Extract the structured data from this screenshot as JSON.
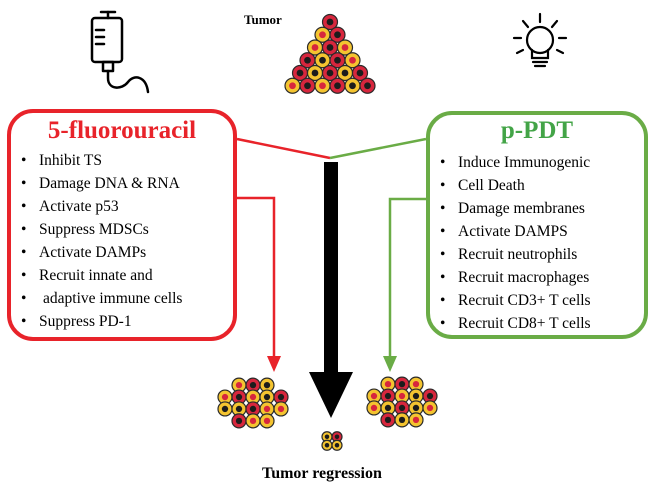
{
  "tumor_label": "Tumor",
  "regression_label": "Tumor  regression",
  "left_panel": {
    "title": "5-fluorouracil",
    "items": [
      "Inhibit TS",
      "Damage DNA & RNA",
      "Activate p53",
      "Suppress MDSCs",
      "Activate DAMPs",
      "Recruit innate and",
      "adaptive immune cells",
      "Suppress PD-1"
    ]
  },
  "right_panel": {
    "title": "p-PDT",
    "items": [
      "Induce Immunogenic",
      "Cell Death",
      "Damage membranes",
      "Activate DAMPS",
      "Recruit neutrophils",
      "Recruit macrophages",
      "Recruit CD3+ T cells",
      "Recruit CD8+ T cells"
    ]
  },
  "icons": {
    "iv_bag": "iv-bag-icon",
    "light_bulb": "light-bulb-icon",
    "tumor_cell": "tumor-cell-icon"
  },
  "colors": {
    "fluorouracil": "#e8232a",
    "pdt": "#6aac46",
    "pdt_title": "#43a447",
    "cell_red": "#d7263d",
    "cell_yellow": "#f4c430",
    "nucleus": "#1c1c1c",
    "main_arrow": "#000000"
  }
}
